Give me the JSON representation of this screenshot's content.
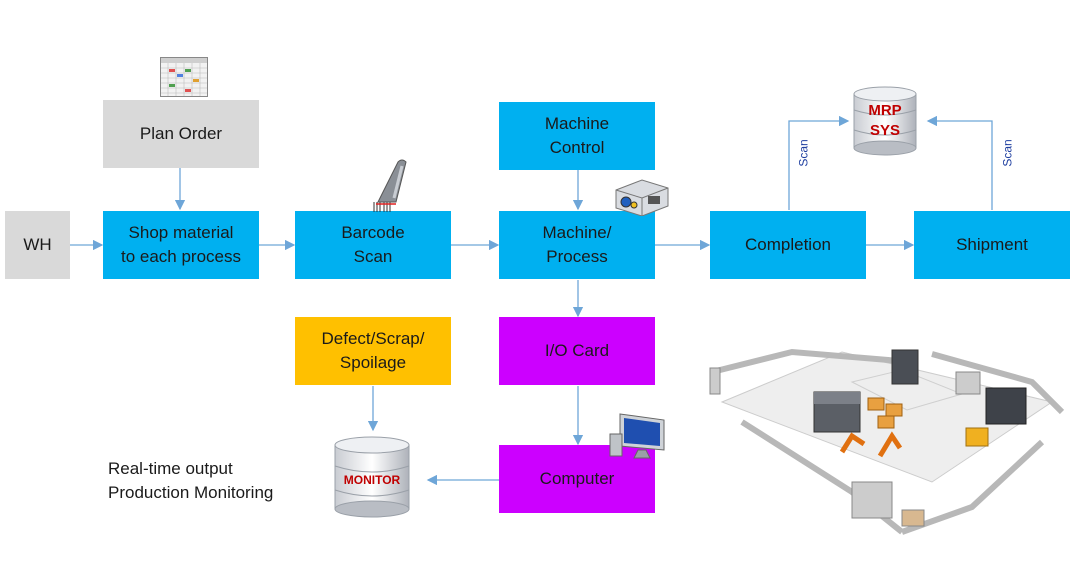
{
  "colors": {
    "blue": "#00b0f0",
    "gray": "#d9d9d9",
    "orange": "#ffc000",
    "purple": "#cc00ff",
    "arrow": "#6ea6d8",
    "db_red": "#c00000"
  },
  "nodes": {
    "wh": "WH",
    "plan_order": "Plan Order",
    "shop_material": "Shop material\nto each process",
    "barcode_scan": "Barcode\nScan",
    "machine_control": "Machine\nControl",
    "machine_process": "Machine/\nProcess",
    "completion": "Completion",
    "shipment": "Shipment",
    "defect": "Defect/Scrap/\nSpoilage",
    "io_card": "I/O Card",
    "computer": "Computer"
  },
  "databases": {
    "mrp": "MRP\nSYS",
    "monitor": "MONITOR"
  },
  "scan_labels": {
    "left": "Scan",
    "right": "Scan"
  },
  "note": "Real-time output\nProduction Monitoring",
  "icons": [
    "calendar-icon",
    "barcode-scanner-icon",
    "machine-icon",
    "computer-monitor-icon",
    "factory-line-illustration"
  ]
}
